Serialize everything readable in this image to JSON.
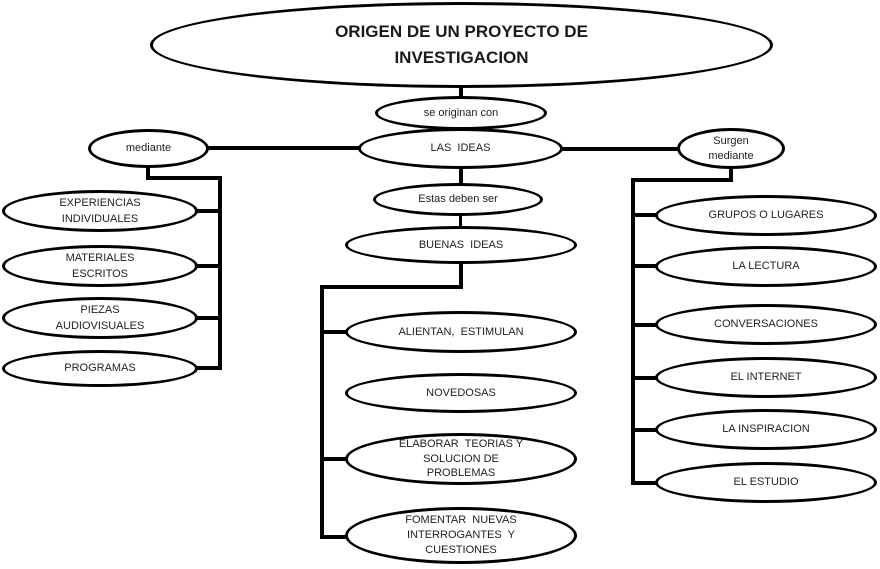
{
  "diagram": {
    "title": "ORIGEN DE UN PROYECTO DE\nINVESTIGACION",
    "link_origin": "se originan con",
    "ideas": "LAS  IDEAS",
    "link_left": "mediante",
    "link_right": "Surgen\nmediante",
    "link_center": "Estas deben ser",
    "good_ideas": "BUENAS  IDEAS",
    "left_items": [
      {
        "label": "EXPERIENCIAS\nINDIVIDUALES"
      },
      {
        "label": "MATERIALES\nESCRITOS"
      },
      {
        "label": "PIEZAS\nAUDIOVISUALES"
      },
      {
        "label": "PROGRAMAS"
      }
    ],
    "center_items": [
      {
        "label": "ALIENTAN,  ESTIMULAN"
      },
      {
        "label": "NOVEDOSAS"
      },
      {
        "label": "ELABORAR  TEORIAS Y\nSOLUCION DE\nPROBLEMAS"
      },
      {
        "label": "FOMENTAR  NUEVAS\nINTERROGANTES  Y\nCUESTIONES"
      }
    ],
    "right_items": [
      {
        "label": "GRUPOS O LUGARES"
      },
      {
        "label": "LA LECTURA"
      },
      {
        "label": "CONVERSACIONES"
      },
      {
        "label": "EL INTERNET"
      },
      {
        "label": "LA INSPIRACION"
      },
      {
        "label": "EL ESTUDIO"
      }
    ]
  },
  "colors": {
    "stroke": "#000000",
    "text": "#1f1f1f",
    "background": "#ffffff"
  }
}
